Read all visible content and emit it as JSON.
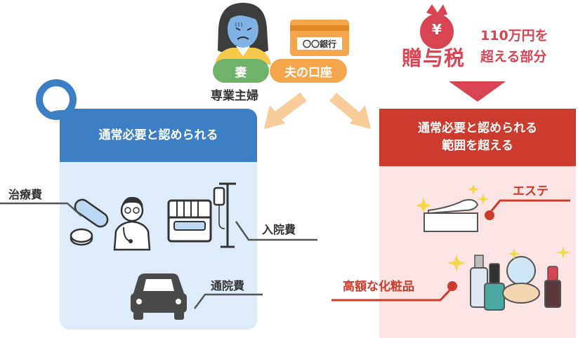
{
  "top": {
    "wife_pill": "妻",
    "account_pill": "夫の口座",
    "housewife_label": "専業主婦",
    "bank_card_text": "〇〇銀行"
  },
  "tax": {
    "bag_symbol": "¥",
    "label": "贈与税",
    "note_line1": "110万円を",
    "note_line2": "超える部分"
  },
  "left_panel": {
    "title": "通常必要と認められる",
    "items": {
      "treatment": "治療費",
      "hospitalization": "入院費",
      "commute": "通院費"
    }
  },
  "right_panel": {
    "title_line1": "通常必要と認められる",
    "title_line2": "範囲を超える",
    "items": {
      "esthetic": "エステ",
      "cosmetics": "高額な化粧品"
    }
  },
  "colors": {
    "green": "#6fb36b",
    "orange": "#f5a54b",
    "blue_header": "#3d7fc4",
    "blue_bg": "#ddecf8",
    "red_header": "#cc3b2c",
    "red_bg": "#fbe4e4",
    "accent_red": "#d84452"
  }
}
